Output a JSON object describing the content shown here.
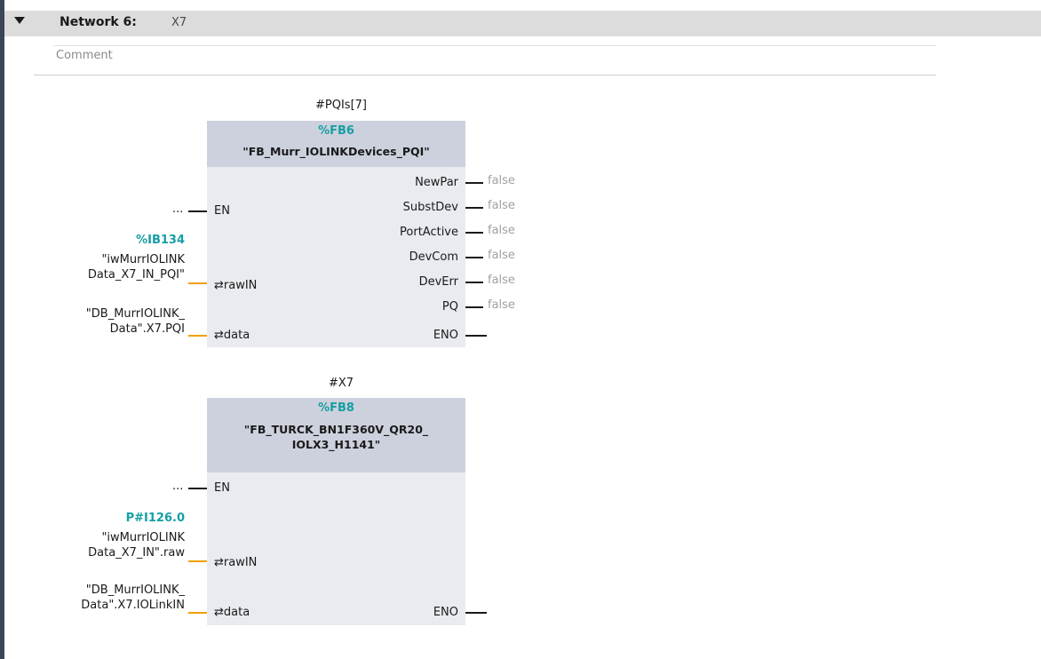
{
  "network": {
    "title": "Network 6:",
    "name": "X7",
    "comment_placeholder": "Comment"
  },
  "block1": {
    "instance": "#PQIs[7]",
    "fb_number": "%FB6",
    "fb_name": "\"FB_Murr_IOLINKDevices_PQI\"",
    "en_label": "EN",
    "en_value": "...",
    "inputs": [
      {
        "label": "⇄rawIN",
        "address": "%IB134",
        "actual_line1": "\"iwMurrIOLINK",
        "actual_line2": "Data_X7_IN_PQI\""
      },
      {
        "label": "⇄data",
        "actual_line1": "\"DB_MurrIOLINK_",
        "actual_line2": "Data\".X7.PQI"
      }
    ],
    "outputs": [
      {
        "label": "NewPar",
        "value": "false"
      },
      {
        "label": "SubstDev",
        "value": "false"
      },
      {
        "label": "PortActive",
        "value": "false"
      },
      {
        "label": "DevCom",
        "value": "false"
      },
      {
        "label": "DevErr",
        "value": "false"
      },
      {
        "label": "PQ",
        "value": "false"
      },
      {
        "label": "ENO",
        "value": ""
      }
    ]
  },
  "block2": {
    "instance": "#X7",
    "fb_number": "%FB8",
    "fb_name_line1": "\"FB_TURCK_BN1F360V_QR20_",
    "fb_name_line2": "IOLX3_H1141\"",
    "en_label": "EN",
    "en_value": "...",
    "inputs": [
      {
        "label": "⇄rawIN",
        "address": "P#I126.0",
        "actual_line1": "\"iwMurrIOLINK",
        "actual_line2": "Data_X7_IN\".raw"
      },
      {
        "label": "⇄data",
        "actual_line1": "\"DB_MurrIOLINK_",
        "actual_line2": "Data\".X7.IOLinkIN"
      }
    ],
    "eno_label": "ENO"
  }
}
